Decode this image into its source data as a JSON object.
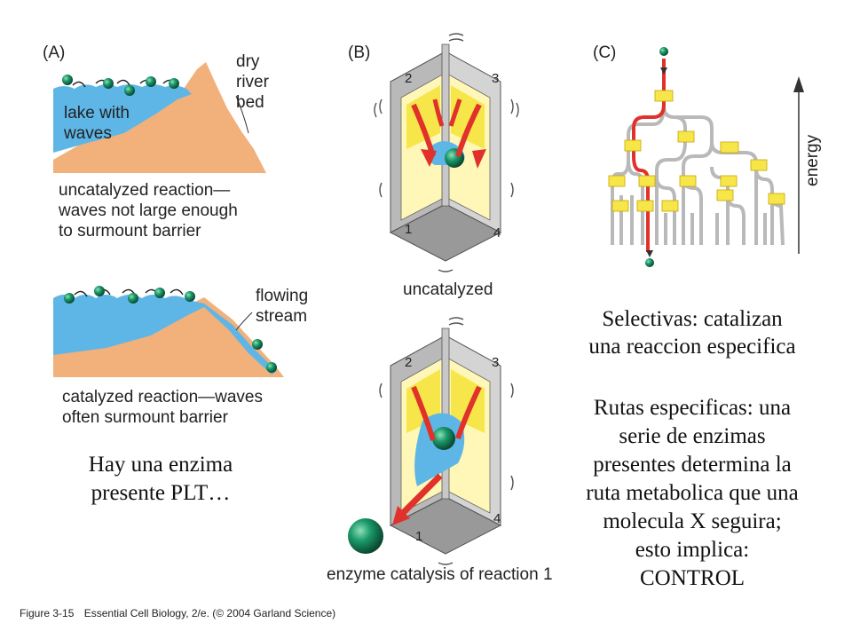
{
  "panel_a": {
    "letter": "(A)",
    "top_label_1": "dry",
    "top_label_2": "river",
    "top_label_3": "bed",
    "lake_label_1": "lake with",
    "lake_label_2": "waves",
    "top_caption_1": "uncatalyzed reaction—",
    "top_caption_2": "waves not large enough",
    "top_caption_3": "to surmount barrier",
    "bottom_label_1": "flowing",
    "bottom_label_2": "stream",
    "bottom_caption_1": "catalyzed reaction—waves",
    "bottom_caption_2": "often surmount barrier"
  },
  "panel_b": {
    "letter": "(B)",
    "top_caption": "uncatalyzed",
    "bottom_caption": "enzyme catalysis of reaction 1",
    "numbers": [
      "1",
      "2",
      "3",
      "4"
    ]
  },
  "panel_c": {
    "letter": "(C)",
    "axis_label": "energy"
  },
  "notes": {
    "enzyme_note_1": "Hay una enzima",
    "enzyme_note_2": "presente PLT…",
    "selective_1": "Selectivas: catalizan",
    "selective_2": "una reaccion especifica",
    "routes": [
      "Rutas especificas: una",
      "serie de enzimas",
      "presentes determina la",
      "ruta metabolica que una",
      "molecula X seguira;",
      "esto implica:",
      "CONTROL"
    ]
  },
  "figure_caption": {
    "prefix": "Figure 3-15",
    "text": "Essential Cell Biology, 2/e. (© 2004 Garland Science)"
  },
  "colors": {
    "water": "#5eb6e6",
    "land": "#f2b07b",
    "ball": "#1a9a6a",
    "yellow": "#f7e64a",
    "pale_yellow": "#fff7b8",
    "red": "#e0322a",
    "grey": "#b9b9b9"
  }
}
